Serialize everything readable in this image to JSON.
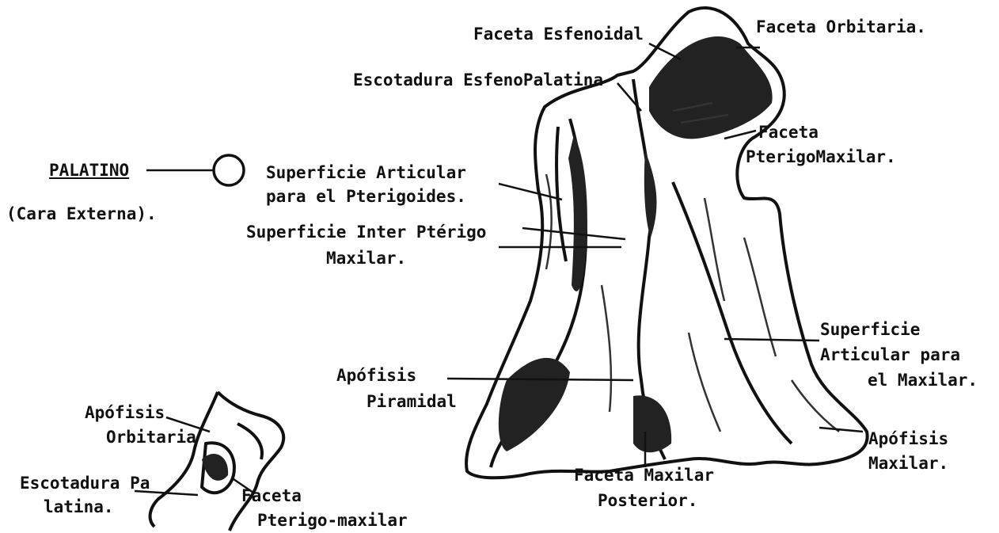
{
  "title": {
    "name": "PALATINO",
    "subtitle": "(Cara Externa)."
  },
  "labels": {
    "faceta_esfenoidal": "Faceta Esfenoidal",
    "faceta_orbitaria": "Faceta Orbitaria.",
    "escotadura_esfenopalatina": "Escotadura EsfenoPalatina",
    "faceta_pterigomaxilar_1": "Faceta",
    "faceta_pterigomaxilar_2": "PterigoMaxilar.",
    "superficie_articular_pterigoides_1": "Superficie Articular",
    "superficie_articular_pterigoides_2": "para el Pterigoides.",
    "superficie_inter_pterigo_1": "Superficie Inter Ptérigo",
    "superficie_inter_pterigo_2": "Maxilar.",
    "superficie_articular_maxilar_1": "Superficie",
    "superficie_articular_maxilar_2": "Articular para",
    "superficie_articular_maxilar_3": "el Maxilar.",
    "apofisis_piramidal_1": "Apófisis",
    "apofisis_piramidal_2": "Piramidal",
    "apofisis_maxilar_1": "Apófisis",
    "apofisis_maxilar_2": "Maxilar.",
    "faceta_maxilar_posterior_1": "Faceta Maxilar",
    "faceta_maxilar_posterior_2": "Posterior.",
    "apofisis_orbitaria_1": "Apófisis",
    "apofisis_orbitaria_2": "Orbitaria",
    "escotadura_palatina_1": "Escotadura Pa",
    "escotadura_palatina_2": "latina.",
    "faceta_pterigo_maxilar_small_1": "Faceta",
    "faceta_pterigo_maxilar_small_2": "Pterigo-maxilar"
  }
}
